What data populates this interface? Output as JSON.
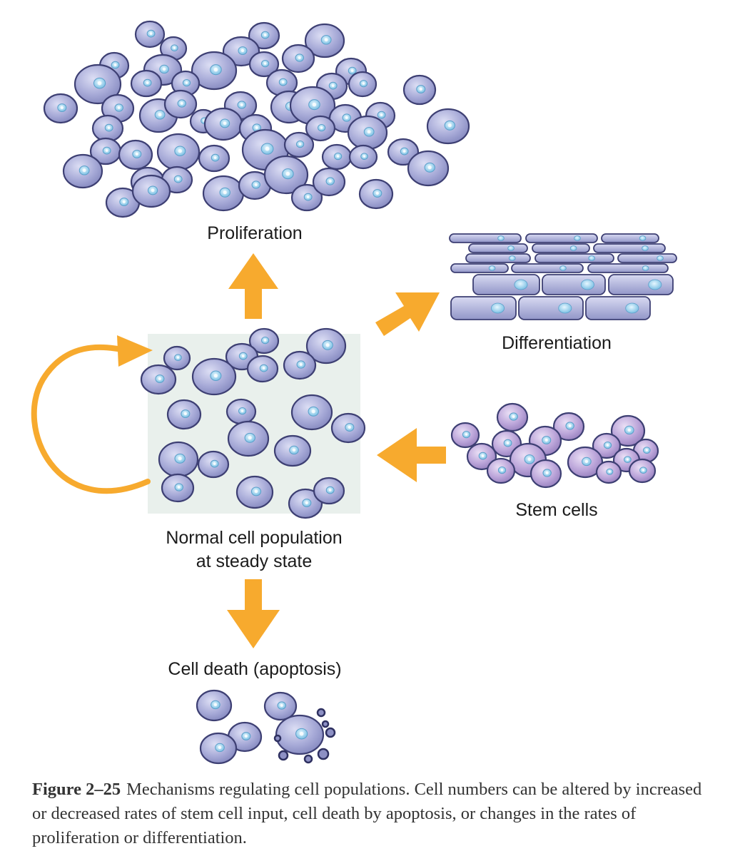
{
  "labels": {
    "proliferation": "Proliferation",
    "differentiation": "Differentiation",
    "stem_cells": "Stem cells",
    "normal_line1": "Normal cell population",
    "normal_line2": "at steady state",
    "cell_death": "Cell death (apoptosis)"
  },
  "caption": {
    "figure_number": "Figure 2–25",
    "text": "Mechanisms regulating cell populations. Cell numbers can be altered by increased or decreased rates of stem cell input, cell death by apoptosis, or changes in the rates of proliferation or differentiation."
  },
  "colors": {
    "arrow": "#f7aa2e",
    "cell_fill": "#a3a6d4",
    "cell_stroke": "#3d3f73",
    "nucleus": "#a8d8f0",
    "stem_fill": "#bba5d8",
    "panel_bg": "#e9f0ec"
  }
}
